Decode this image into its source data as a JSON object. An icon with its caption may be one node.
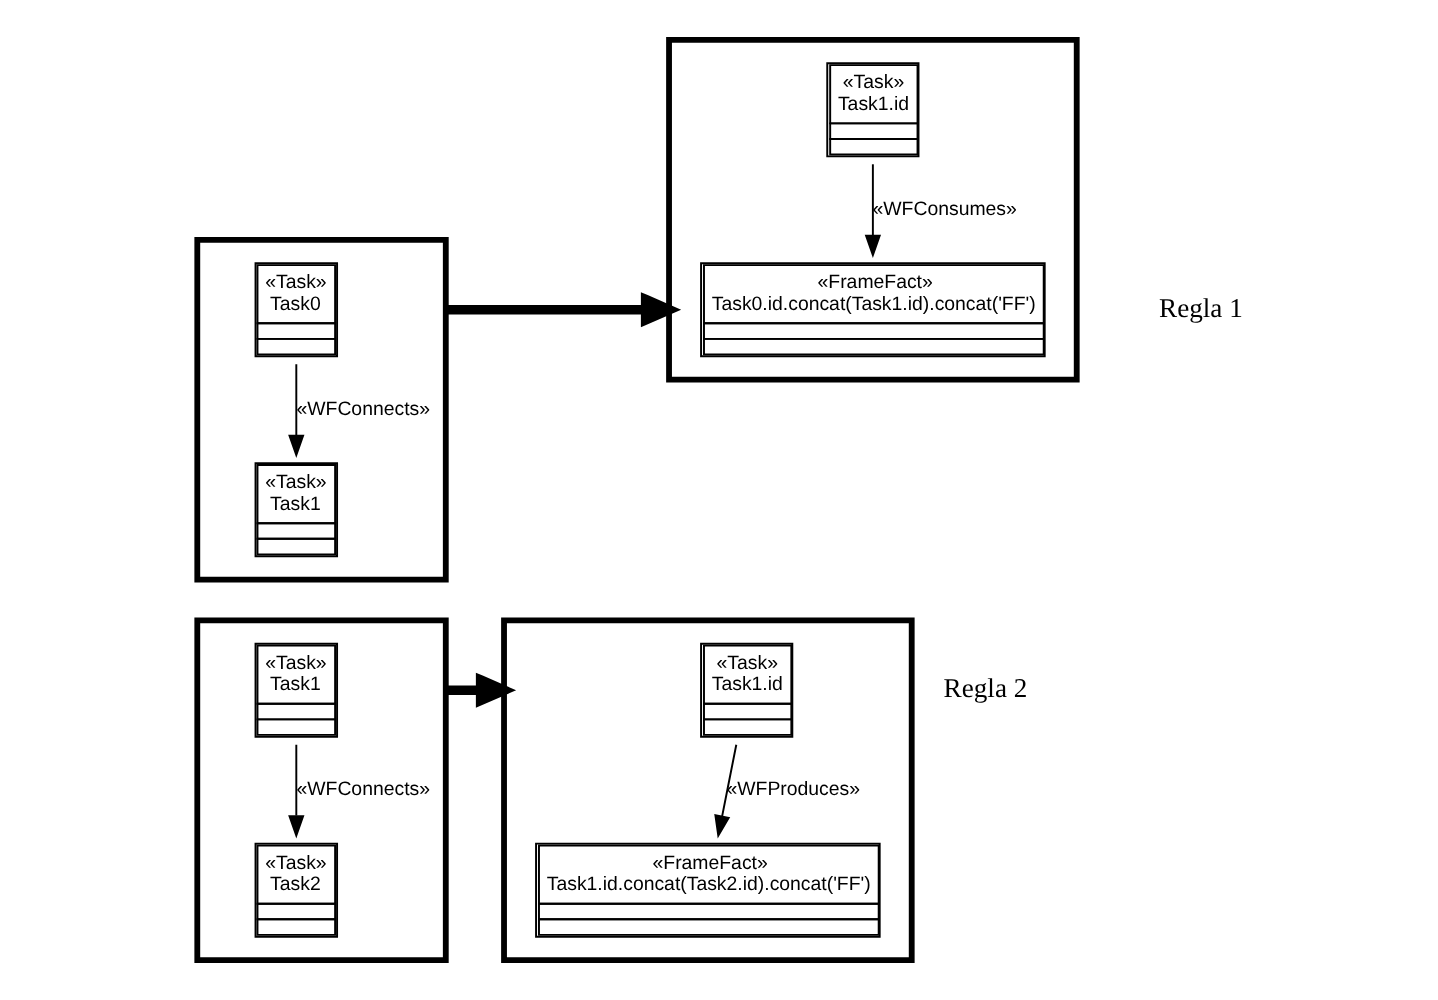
{
  "diagram": {
    "nodes": [
      {
        "text": [],
        "shape": "box"
      },
      {
        "text": [
          "«Task»",
          "Task0"
        ],
        "in": 0
      },
      {
        "text": [
          "«Task»",
          "Task1"
        ],
        "in": 0
      },
      {
        "text": [],
        "shape": "box"
      },
      {
        "text": [
          "«FrameFact»",
          "Task0.id.concat(Task1.id).concat('FF')"
        ],
        "in": 3
      },
      {
        "text": [
          "«Task»",
          "Task1.id"
        ],
        "in": 3
      },
      {
        "text": [],
        "shape": "box"
      },
      {
        "text": [
          "«Task»",
          "Task1"
        ],
        "in": 6
      },
      {
        "text": [
          "«Task»",
          "Task2"
        ],
        "in": 6
      },
      {
        "text": [],
        "shape": "box"
      },
      {
        "text": [
          "«Task»",
          "Task1.id"
        ],
        "in": 9
      },
      {
        "text": [
          "«FrameFact»",
          "Task1.id.concat(Task2.id).concat('FF')"
        ],
        "in": 9
      }
    ],
    "edges": [
      {
        "from": 1,
        "to": 2,
        "arrow": "to",
        "label": "«WFConnects»"
      },
      {
        "from": 0,
        "to": 3,
        "arrow": "to",
        "style": "thick"
      },
      {
        "from": 5,
        "to": 4,
        "arrow": "to",
        "label": "«WFConsumes»"
      },
      {
        "from": 7,
        "to": 8,
        "arrow": "to",
        "label": "«WFConnects»"
      },
      {
        "from": 6,
        "to": 9,
        "arrow": "to",
        "style": "thick"
      },
      {
        "from": 10,
        "to": 11,
        "arrow": "to",
        "label": "«WFProduces»"
      }
    ],
    "labels": [
      "Regla 1",
      "Regla 2"
    ]
  }
}
